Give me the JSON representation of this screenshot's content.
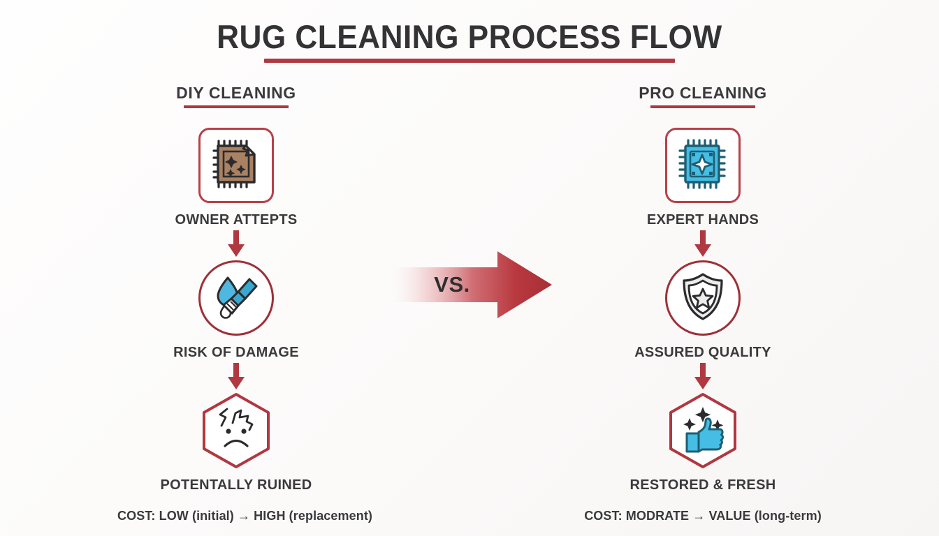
{
  "title": "RUG CLEANING PROCESS FLOW",
  "center": {
    "vs_label": "VS.",
    "arrow_icon": "right-arrow-icon"
  },
  "colors": {
    "accent_red": "#b03840",
    "badge_red": "#b84048",
    "text_dark": "#3a3a3c",
    "rug_diy_fill": "#a98163",
    "rug_pro_fill": "#45bde4",
    "water_blue": "#4fb8e0",
    "brush_teal": "#39a8cf",
    "shield_gray": "#e8e8ea",
    "background": "#fdfcfb"
  },
  "columns": [
    {
      "id": "diy",
      "heading": "DIY CLEANING",
      "steps": [
        {
          "label": "OWNER ATTEPTS",
          "icon": "damaged-rug-icon",
          "shape": "square"
        },
        {
          "label": "RISK OF DAMAGE",
          "icon": "water-brush-icon",
          "shape": "circle"
        },
        {
          "label": "POTENTALLY RUINED",
          "icon": "sad-face-crack-icon",
          "shape": "hex"
        }
      ],
      "cost": "COST: LOW (initial) → HIGH (replacement)"
    },
    {
      "id": "pro",
      "heading": "PRO CLEANING",
      "steps": [
        {
          "label": "EXPERT HANDS",
          "icon": "clean-rug-icon",
          "shape": "square"
        },
        {
          "label": "ASSURED QUALITY",
          "icon": "shield-star-icon",
          "shape": "circle"
        },
        {
          "label": "RESTORED & FRESH",
          "icon": "thumbs-up-sparkle-icon",
          "shape": "hex"
        }
      ],
      "cost": "COST: MODRATE → VALUE (long-term)"
    }
  ]
}
